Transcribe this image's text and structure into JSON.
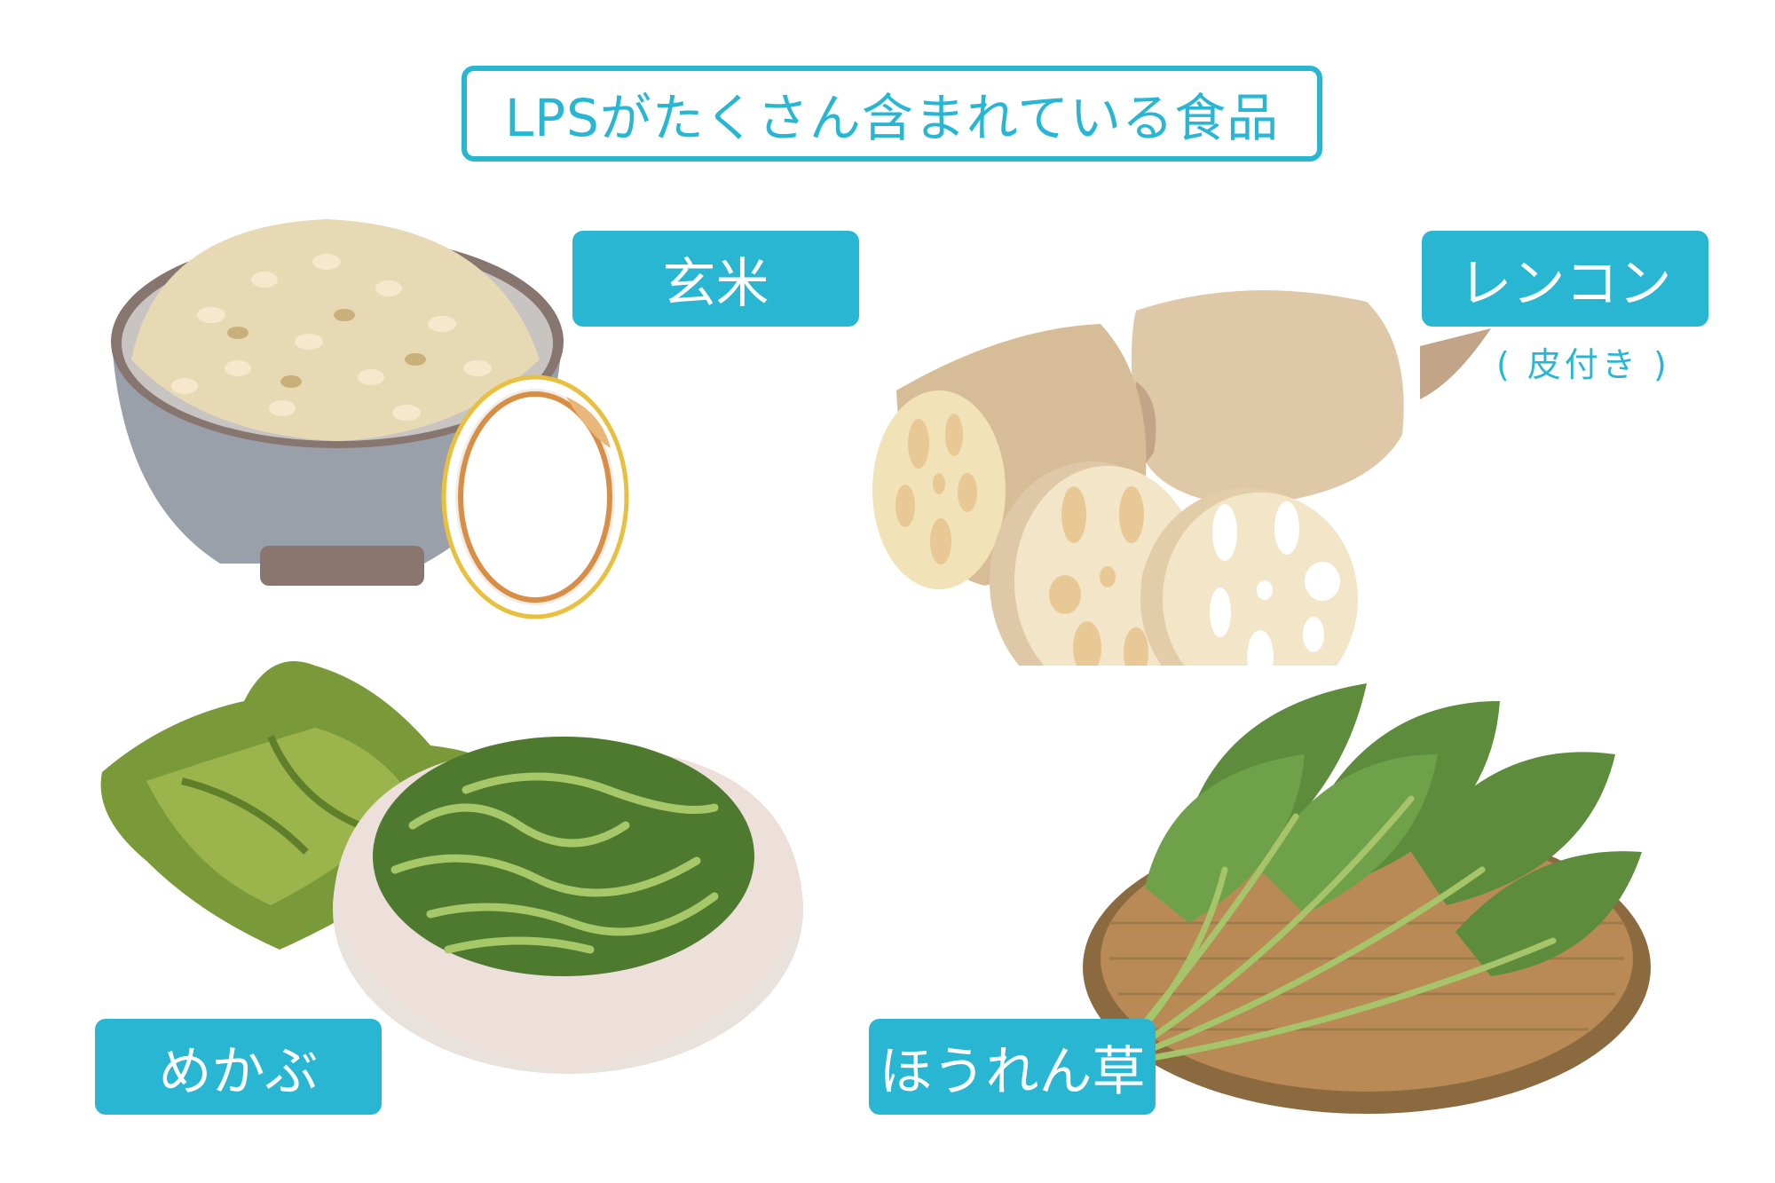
{
  "title": "LPSがたくさん含まれている食品",
  "colors": {
    "accent": "#29b6d3",
    "label_text": "#ffffff",
    "background": "#ffffff"
  },
  "foods": [
    {
      "name": "玄米",
      "note": "",
      "illustration": "brown-rice-bowl-with-grain"
    },
    {
      "name": "レンコン",
      "note": "( 皮付き )",
      "illustration": "lotus-root"
    },
    {
      "name": "めかぶ",
      "note": "",
      "illustration": "mekabu-seaweed-bowl"
    },
    {
      "name": "ほうれん草",
      "note": "",
      "illustration": "spinach-on-bamboo-tray"
    }
  ]
}
